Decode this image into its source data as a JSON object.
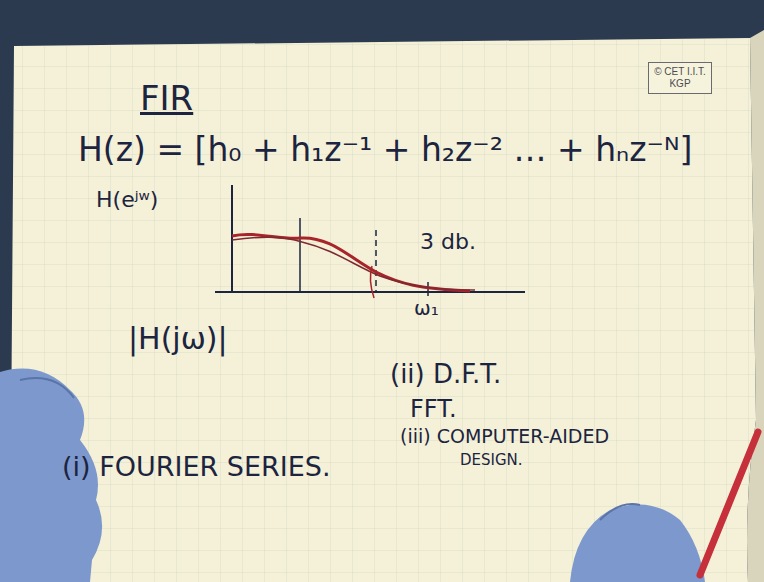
{
  "diagram": {
    "title": "FIR",
    "nodes": [
      {
        "text": [
          "© CET I.I.T. KGP"
        ]
      }
    ],
    "labels": [
      "H(z) = [h₀ + h₁z⁻¹ + h₂z⁻² … + hₙz⁻ᴺ]",
      "H(eʲʷ)",
      "3 db.",
      "ω₁",
      "|H(jω)|",
      "(ii) D.F.T.",
      "FFT.",
      "(i) FOURIER SERIES.",
      "(iii) COMPUTER-AIDED",
      "DESIGN."
    ]
  }
}
